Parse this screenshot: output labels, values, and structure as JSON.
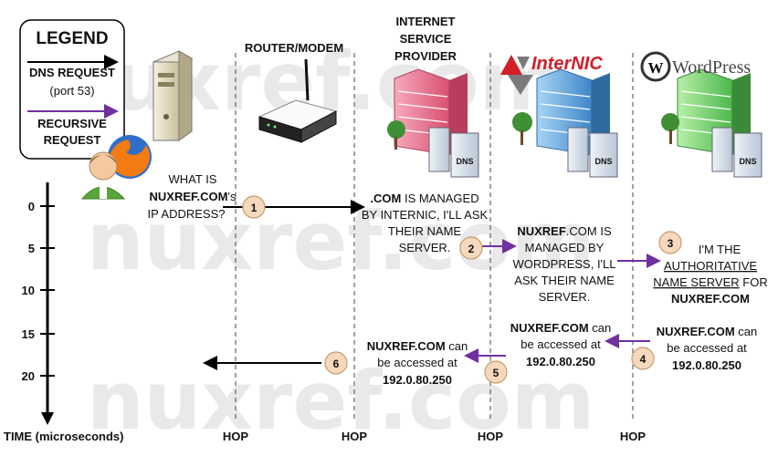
{
  "watermark": "nuxref.com",
  "legend": {
    "title": "LEGEND",
    "dns_request": "DNS REQUEST",
    "dns_port": "(port 53)",
    "recursive_1": "RECURSIVE",
    "recursive_2": "REQUEST",
    "dns_color": "#000000",
    "recursive_color": "#7030a0"
  },
  "columns": {
    "router": "ROUTER/MODEM",
    "isp_1": "INTERNET",
    "isp_2": "SERVICE",
    "isp_3": "PROVIDER",
    "internic_logo": "InterNIC",
    "wordpress_logo": "WordPress"
  },
  "server_label": "DNS",
  "timeline": {
    "axis_label": "TIME (microseconds)",
    "ticks": [
      "0",
      "5",
      "10",
      "15",
      "20"
    ],
    "hops": [
      "HOP",
      "HOP",
      "HOP",
      "HOP"
    ]
  },
  "steps": {
    "s1": {
      "num": "1",
      "line1": "WHAT IS",
      "line2_bold": "NUXREF.COM",
      "line2_rest": "'s",
      "line3": "IP ADDRESS?"
    },
    "s2": {
      "num": "2",
      "line1_bold": ".COM",
      "line1_rest": " IS MANAGED",
      "line2": "BY INTERNIC, I'LL ASK",
      "line3": "THEIR NAME",
      "line4": "SERVER."
    },
    "s3": {
      "num": "3",
      "line1_bold": "NUXREF",
      "line1_rest": ".COM IS",
      "line2": "MANAGED BY",
      "line3": "WORDPRESS, I'LL",
      "line4": "ASK THEIR NAME",
      "line5": "SERVER."
    },
    "s4": {
      "num": "3",
      "line1": "I'M THE",
      "line2": "AUTHORITATIVE",
      "line3": "NAME SERVER",
      "line3_rest": " FOR",
      "line4": "NUXREF.COM"
    },
    "s5": {
      "num": "4",
      "line1_bold": "NUXREF.COM",
      "line1_rest": " can",
      "line2": "be accessed at",
      "line3": "192.0.80.250"
    },
    "s6": {
      "num": "5",
      "line1_bold": "NUXREF.COM",
      "line1_rest": " can",
      "line2": "be accessed at",
      "line3": "192.0.80.250"
    },
    "s7": {
      "num": "6",
      "line1_bold": "NUXREF.COM",
      "line1_rest": " can",
      "line2": "be accessed at",
      "line3": "192.0.80.250"
    }
  }
}
